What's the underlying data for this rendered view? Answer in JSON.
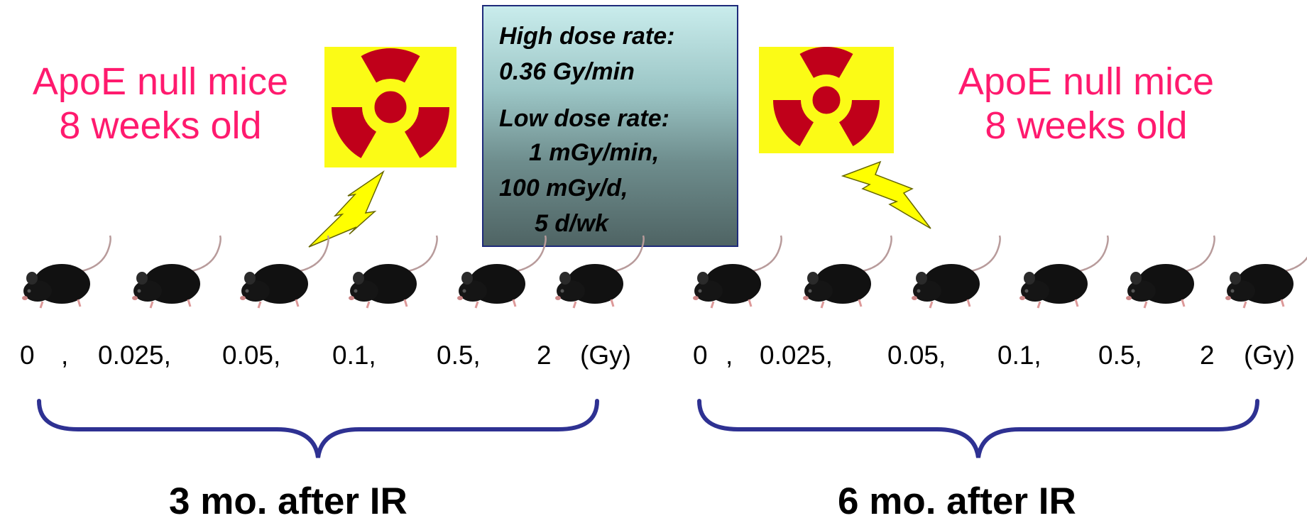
{
  "left_panel": {
    "title_line1": "ApoE null mice",
    "title_line2": "8 weeks old",
    "doses": [
      "0",
      ",",
      "0.025,",
      "0.05,",
      "0.1,",
      "0.5,",
      "2",
      "(Gy)"
    ],
    "timepoint": "3 mo. after IR"
  },
  "right_panel": {
    "title_line1": "ApoE null mice",
    "title_line2": "8 weeks old",
    "doses": [
      "0",
      ",",
      "0.025,",
      "0.05,",
      "0.1,",
      "0.5,",
      "2",
      "(Gy)"
    ],
    "timepoint": "6 mo. after IR"
  },
  "info_box": {
    "high_label": "High dose rate:",
    "high_value": "0.36 Gy/min",
    "low_label": "Low dose rate:",
    "low_value1": "1 mGy/min,",
    "low_value2": "100 mGy/d,",
    "low_value3": "5 d/wk"
  },
  "icons": {
    "radiation": "radiation-symbol-icon",
    "lightning": "lightning-bolt-icon",
    "mouse": "mouse-icon"
  },
  "colors": {
    "title_pink": "#ff1a6e",
    "brace_blue": "#2e3192",
    "radiation_yellow": "#fbfb16",
    "radiation_red": "#c0001a",
    "bolt_yellow": "#ffff00"
  }
}
